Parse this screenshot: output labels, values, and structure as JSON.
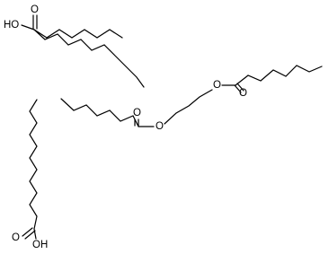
{
  "structure": {
    "atom_labels": {
      "acid_a_oh": "HO",
      "acid_a_carbonyl_o": "O",
      "acid_b_oh": "OH",
      "acid_b_carbonyl_o": "O",
      "ester_left_ring_o": "O",
      "ester_left_carbonyl_o": "O",
      "ester_right_ring_o": "O",
      "ester_right_carbonyl_o": "O"
    },
    "colors": {
      "bond": "#000000",
      "label": "#000000",
      "background": "#ffffff"
    }
  }
}
